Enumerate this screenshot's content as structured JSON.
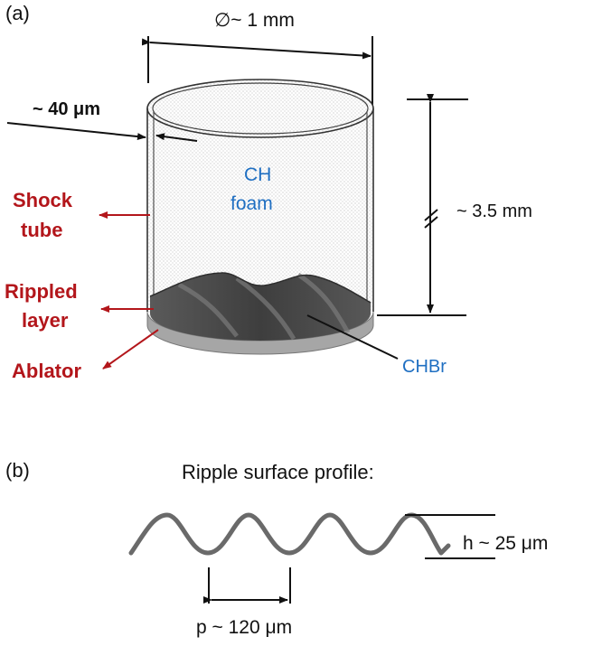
{
  "panel_a": {
    "label": "(a)",
    "diameter": "∅~ 1 mm",
    "wall": "~ 40 μm",
    "height": "~ 3.5 mm",
    "foam_line1": "CH",
    "foam_line2": "foam",
    "shock_line1": "Shock",
    "shock_line2": "tube",
    "rippled_line1": "Rippled",
    "rippled_line2": "layer",
    "ablator": "Ablator",
    "chbr": "CHBr"
  },
  "panel_b": {
    "label": "(b)",
    "title": "Ripple surface profile:",
    "amplitude": "h ~ 25 μm",
    "period": "p ~ 120 μm"
  },
  "colors": {
    "red_label": "#b3161b",
    "blue_label": "#1f6fc2",
    "ablator": "#b8b8b8",
    "ripple_layer": "#4a4a4a"
  }
}
